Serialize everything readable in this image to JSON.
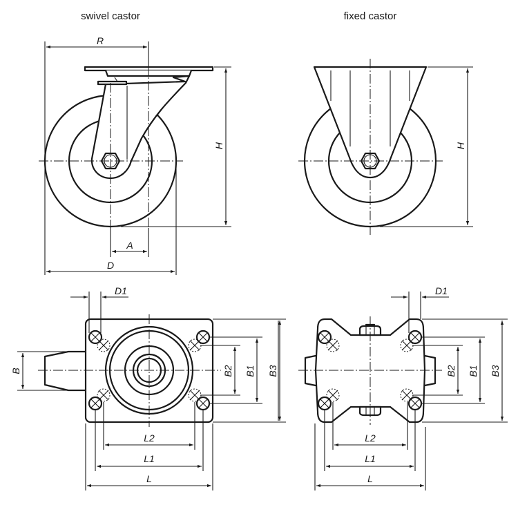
{
  "titles": {
    "swivel": "swivel castor",
    "fixed": "fixed castor"
  },
  "dimensions": {
    "R": "R",
    "H": "H",
    "A": "A",
    "D": "D",
    "D1": "D1",
    "B": "B",
    "B1": "B1",
    "B2": "B2",
    "B3": "B3",
    "L": "L",
    "L1": "L1",
    "L2": "L2"
  },
  "colors": {
    "line": "#1a1a1a",
    "background": "#ffffff"
  }
}
